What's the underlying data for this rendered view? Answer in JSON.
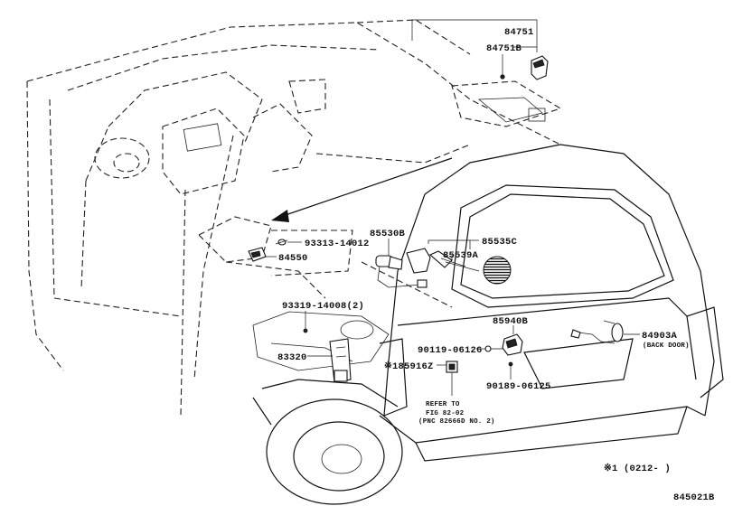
{
  "labels": {
    "p84751": "84751",
    "p84751B": "84751B",
    "p93313": "93313-14012",
    "p84550": "84550",
    "p85530B": "85530B",
    "p85535C": "85535C",
    "p85539A": "85539A",
    "p93319": "93319-14008(2)",
    "p83320": "83320",
    "p85940B": "85940B",
    "p90119": "90119-06126",
    "p85916Z": "※185916Z",
    "p90189": "90189-06125",
    "p84903A": "84903A",
    "p84903A_note": "(BACK DOOR)",
    "refer1": "REFER TO",
    "refer2": "FIG 82-02",
    "refer3": "(PNC 82666D NO. 2)",
    "footnote": "※1 (0212-      )",
    "figure_id": "845021B"
  },
  "icons": {
    "hatch_symbol": "hatched-circle-icon"
  }
}
